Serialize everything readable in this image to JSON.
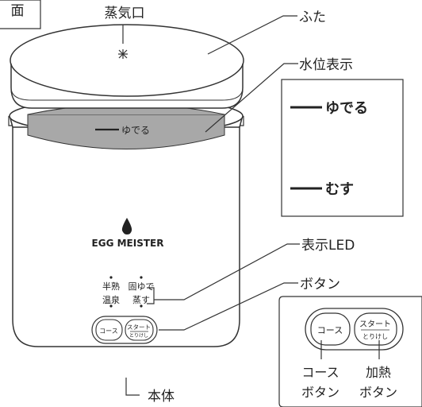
{
  "section_tab": "面",
  "callouts": {
    "steam_vent": "蒸気口",
    "lid": "ふた",
    "water_level": "水位表示",
    "display_led": "表示LED",
    "buttons": "ボタン",
    "body": "本体"
  },
  "water_marks": {
    "inner": "ゆでる",
    "boil": "ゆでる",
    "steam": "むす"
  },
  "brand": "EGG MEISTER",
  "led_labels": {
    "half_cooked": "半熟",
    "hard_boiled": "固ゆで",
    "onsen": "温泉",
    "steamed": "蒸す"
  },
  "panel_buttons": {
    "course": "コース",
    "start": "スタート",
    "cancel": "とりけし"
  },
  "detail_captions": {
    "course_line1": "コース",
    "course_line2": "ボタン",
    "heat_line1": "加熱",
    "heat_line2": "ボタン"
  }
}
